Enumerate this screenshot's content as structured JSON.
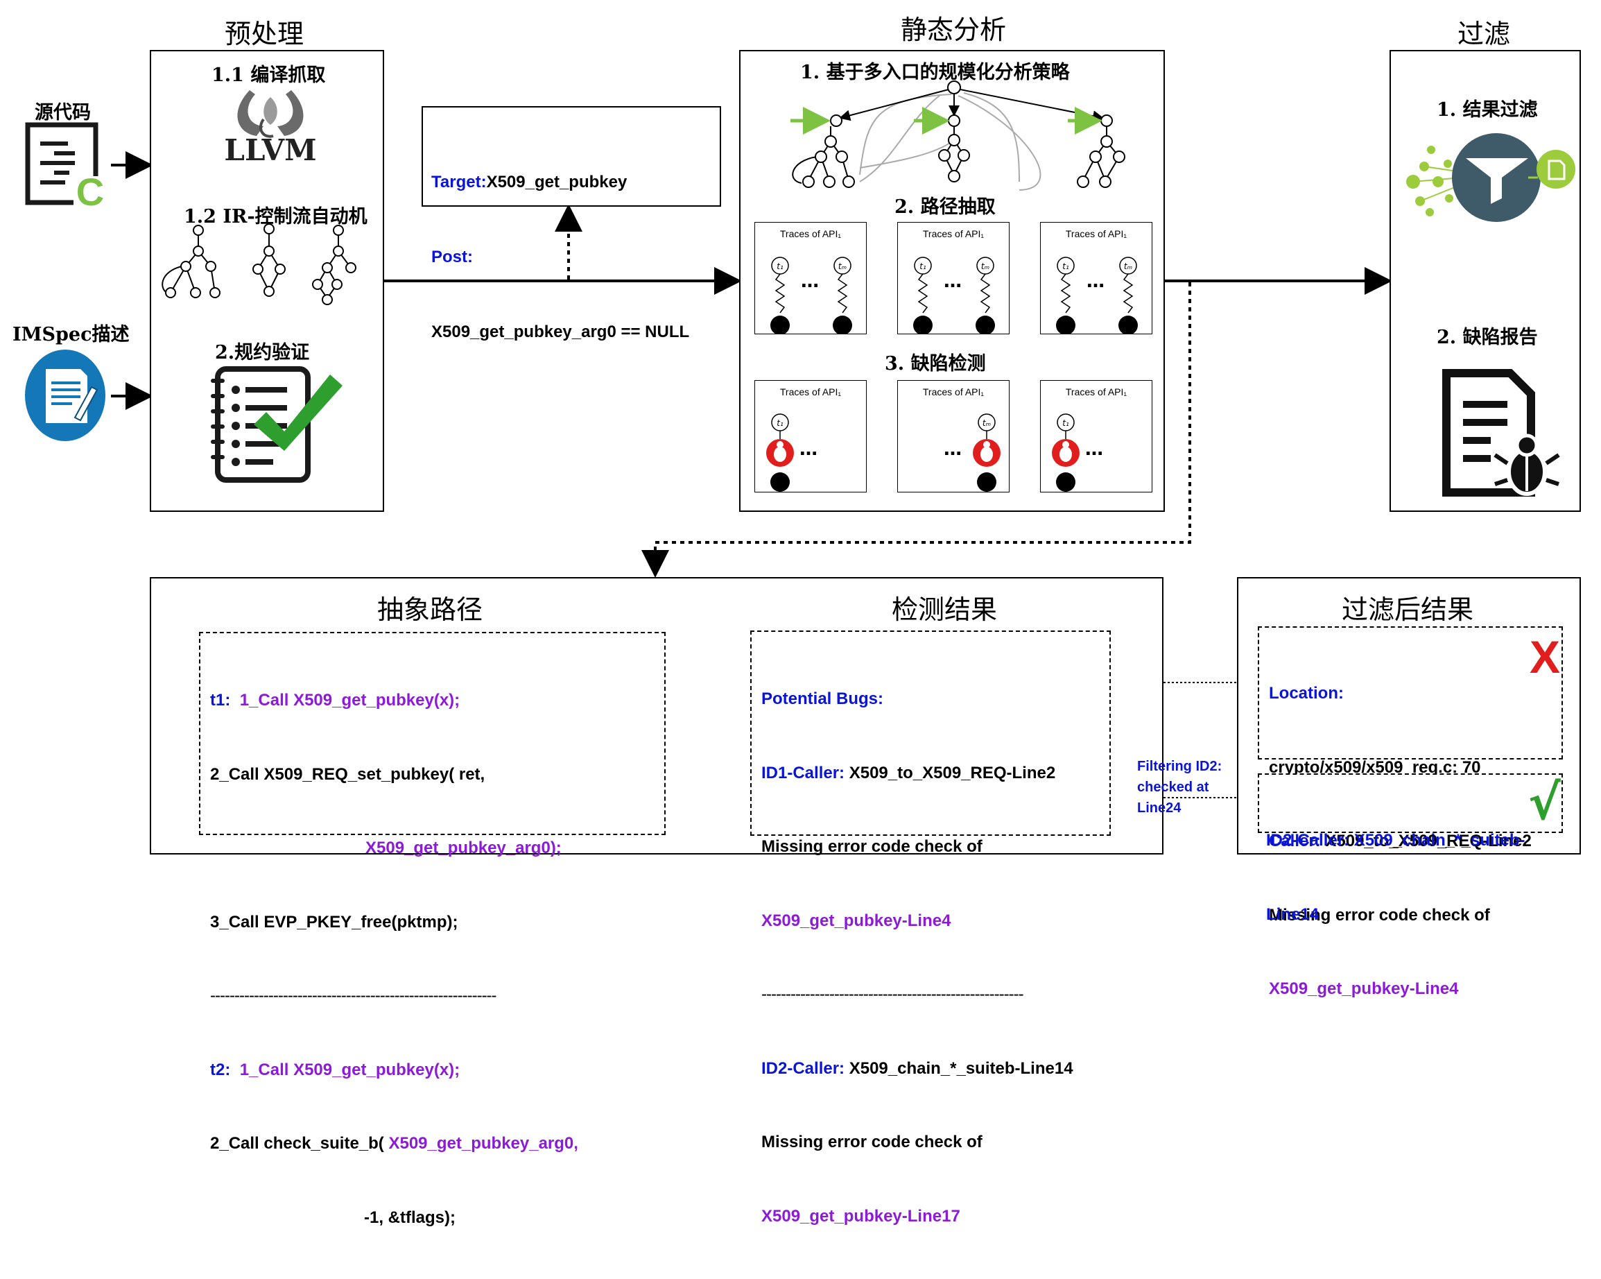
{
  "stages": {
    "preprocess": {
      "title": "预处理",
      "compile_label": "1.1 编译抓取",
      "llvm_logo_text": "LLVM",
      "ir_label": "1.2 IR-控制流自动机",
      "verify_label": "2.规约验证"
    },
    "static": {
      "title": "静态分析",
      "strategy_label": "1. 基于多入口的规模化分析策略",
      "path_label": "2. 路径抽取",
      "detect_label": "3. 缺陷检测",
      "trace_title": "Traces of API₁",
      "ellipsis": "…"
    },
    "filter": {
      "title": "过滤",
      "result_filter_label": "1. 结果过滤",
      "report_label": "2. 缺陷报告"
    }
  },
  "inputs": {
    "source_label": "源代码",
    "spec_label": "IMSpec描述"
  },
  "spec_box": {
    "target_key": "Target:",
    "target_val": "X509_get_pubkey",
    "post_key": "Post:",
    "post_val": "X509_get_pubkey_arg0 == NULL"
  },
  "bottom": {
    "abstract_title": "抽象路径",
    "detect_title": "检测结果",
    "filtered_title": "过滤后结果",
    "t1": {
      "prefix": "t1:",
      "call1": "1_Call X509_get_pubkey(x);",
      "call2": "2_Call X509_REQ_set_pubkey( ret,",
      "call2_arg": "X509_get_pubkey_arg0);",
      "call3": "3_Call EVP_PKEY_free(pktmp);"
    },
    "separator": "-----------------------------------------------------------",
    "t2": {
      "prefix": "t2:",
      "call1": "1_Call X509_get_pubkey(x);",
      "call2": "2_Call check_suite_b(",
      "call2_arg": "X509_get_pubkey_arg0,",
      "call2_tail": "-1, &tflags);"
    },
    "bugs": {
      "heading": "Potential Bugs:",
      "id1_key": "ID1-Caller:",
      "id1_val": "X509_to_X509_REQ-Line2",
      "id1_msg": "Missing error code check of",
      "id1_fn": "X509_get_pubkey-Line4",
      "separator": "------------------------------------------------------",
      "id2_key": "ID2-Caller:",
      "id2_val": "X509_chain_*_suiteb-Line14",
      "id2_msg": "Missing error code check of",
      "id2_fn": "X509_get_pubkey-Line17"
    },
    "filter_note": "Filtering ID2:\nchecked at\nLine24",
    "filtered": {
      "location_key": "Location:",
      "location_val": "crypto/x509/x509_req.c: 70",
      "caller_key": "Caller:",
      "caller_val": "X509_to_X509_REQ-Line2",
      "msg": "Missing error code check of",
      "fn": "X509_get_pubkey-Line4",
      "reject_mark": "X",
      "id2_line1": "ID2-Caller: X509_chain_*_suiteb-",
      "id2_line2": "Line14",
      "accept_mark": "√"
    }
  },
  "colors": {
    "blue": "#0a14d6",
    "purple": "#8b1bd6",
    "green_arrow": "#7dc242",
    "check_green": "#2e9e2e",
    "bug_red": "#e01e1e",
    "reject_red": "#e01e1e",
    "filter_teal": "#3f5b6a",
    "filter_lime": "#9ccc3c"
  }
}
